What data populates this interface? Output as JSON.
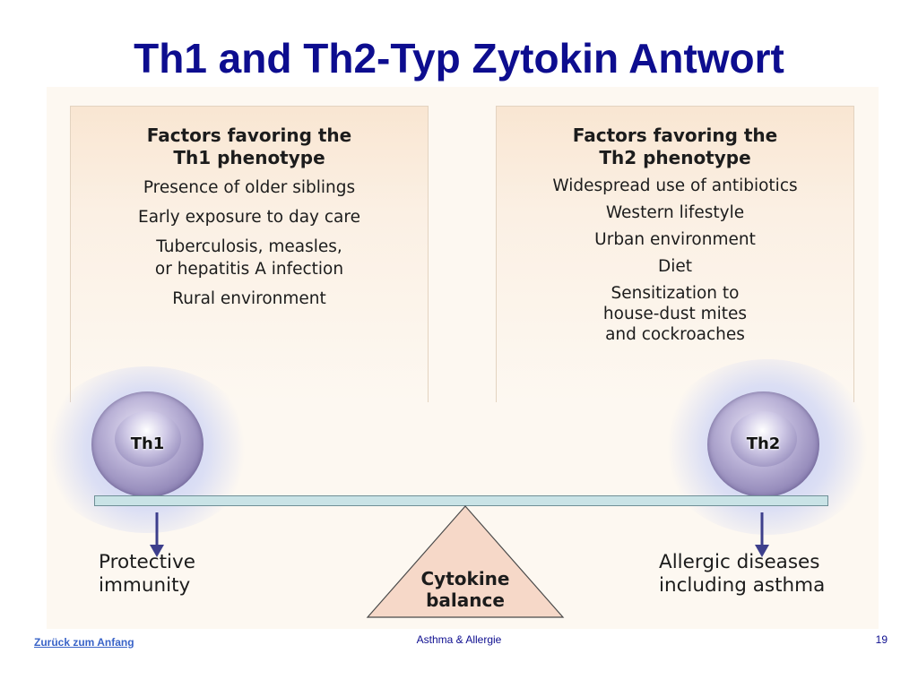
{
  "slide": {
    "title": "Th1 and Th2-Typ Zytokin Antwort"
  },
  "diagram": {
    "th1_panel": {
      "heading": "Factors favoring the\nTh1 phenotype",
      "factors": [
        "Presence of older siblings",
        "Early exposure to day care",
        "Tuberculosis, measles,\nor hepatitis A infection",
        "Rural environment"
      ]
    },
    "th2_panel": {
      "heading": "Factors favoring the\nTh2 phenotype",
      "factors": [
        "Widespread use of antibiotics",
        "Western lifestyle",
        "Urban environment",
        "Diet",
        "Sensitization to\nhouse-dust mites\nand cockroaches"
      ]
    },
    "th1_cell_label": "Th1",
    "th2_cell_label": "Th2",
    "th1_outcome": "Protective\nimmunity",
    "th2_outcome": "Allergic diseases\nincluding asthma",
    "fulcrum_label": "Cytokine\nbalance"
  },
  "footer": {
    "back_link": "Zurück zum Anfang",
    "center_text": "Asthma & Allergie",
    "page_number": "19"
  },
  "colors": {
    "title": "#0d0d8f",
    "arrow": "#3d3f8c",
    "fulcrum_fill": "#f6d8c8",
    "beam": "#c9e3e6"
  }
}
